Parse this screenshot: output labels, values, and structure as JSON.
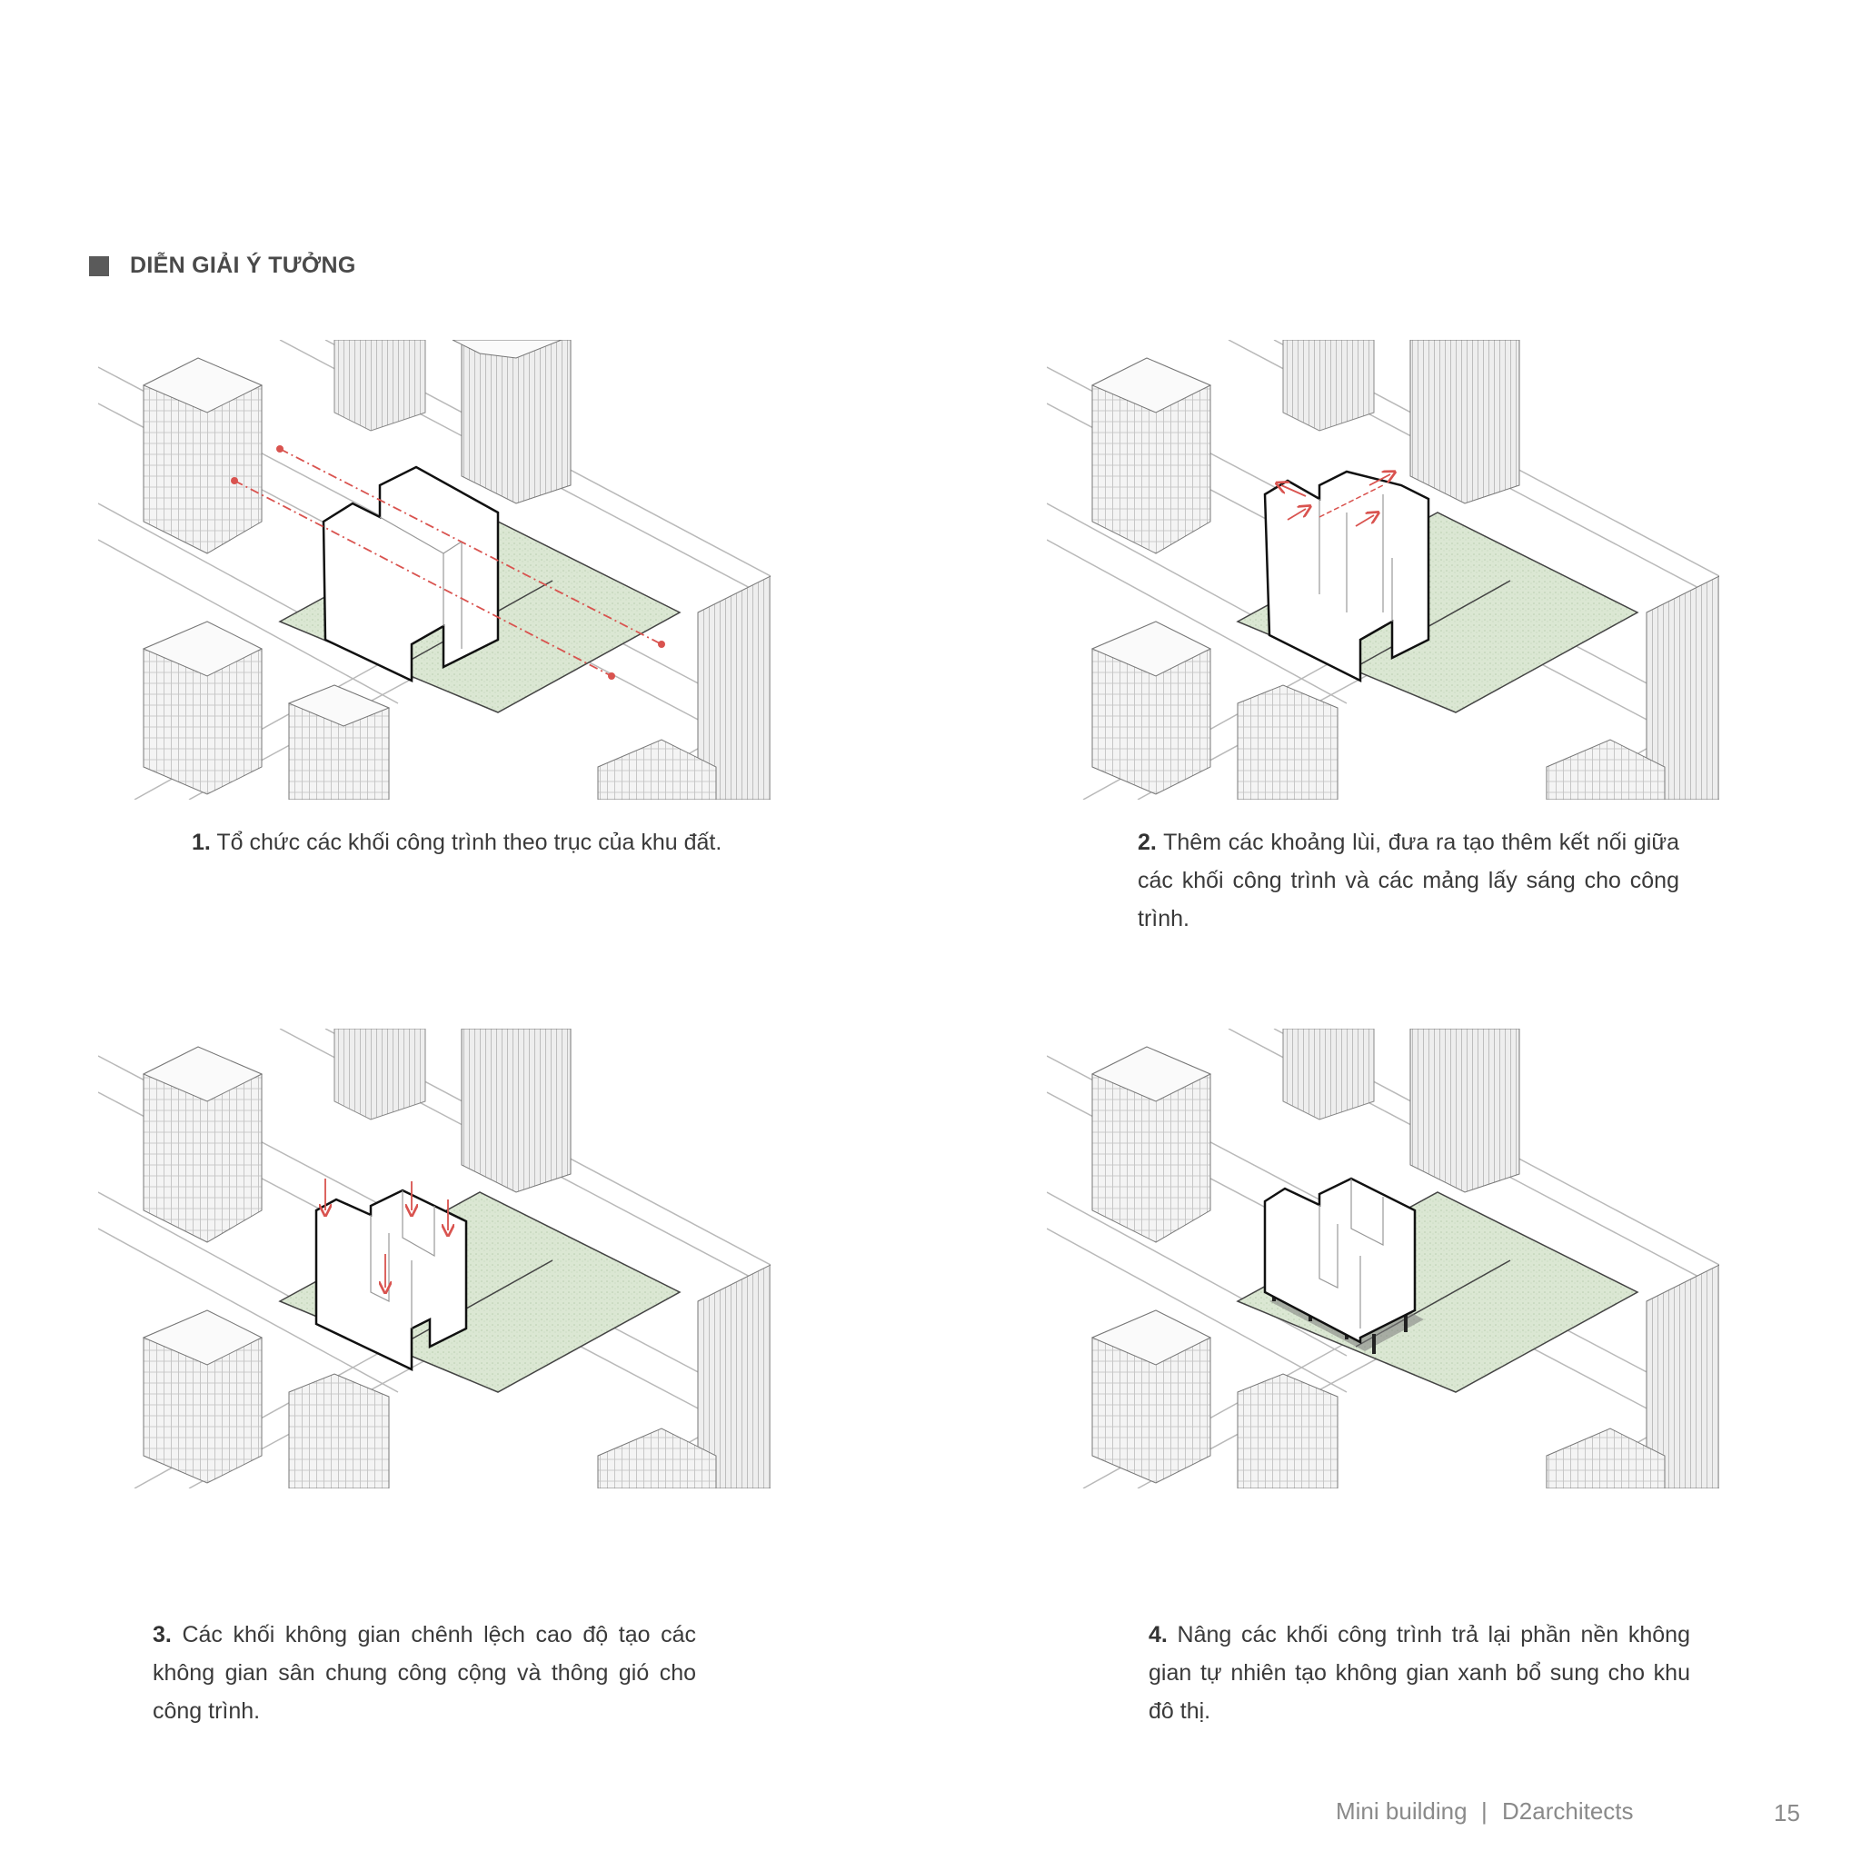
{
  "header": {
    "title": "DIỄN GIẢI Ý TƯỞNG"
  },
  "steps": [
    {
      "number": "1.",
      "text": "Tổ chức các khối công trình theo trục của khu đất."
    },
    {
      "number": "2.",
      "text": "Thêm các khoảng lùi, đưa ra tạo thêm kết nối giữa các khối công trình và các mảng lấy sáng cho công trình."
    },
    {
      "number": "3.",
      "text": "Các khối không gian chênh lệch cao độ tạo các không gian sân chung công cộng và thông gió cho công trình."
    },
    {
      "number": "4.",
      "text": "Nâng các khối công trình trả lại phần nền không gian tự nhiên tạo không gian xanh bổ sung cho khu đô thị."
    }
  ],
  "footer": {
    "project": "Mini building",
    "separator": "|",
    "firm": "D2architects",
    "page": "15"
  },
  "colors": {
    "accent_red": "#d9534f",
    "site_green": "#d9e6d2",
    "line_gray": "#8c8c8c"
  }
}
